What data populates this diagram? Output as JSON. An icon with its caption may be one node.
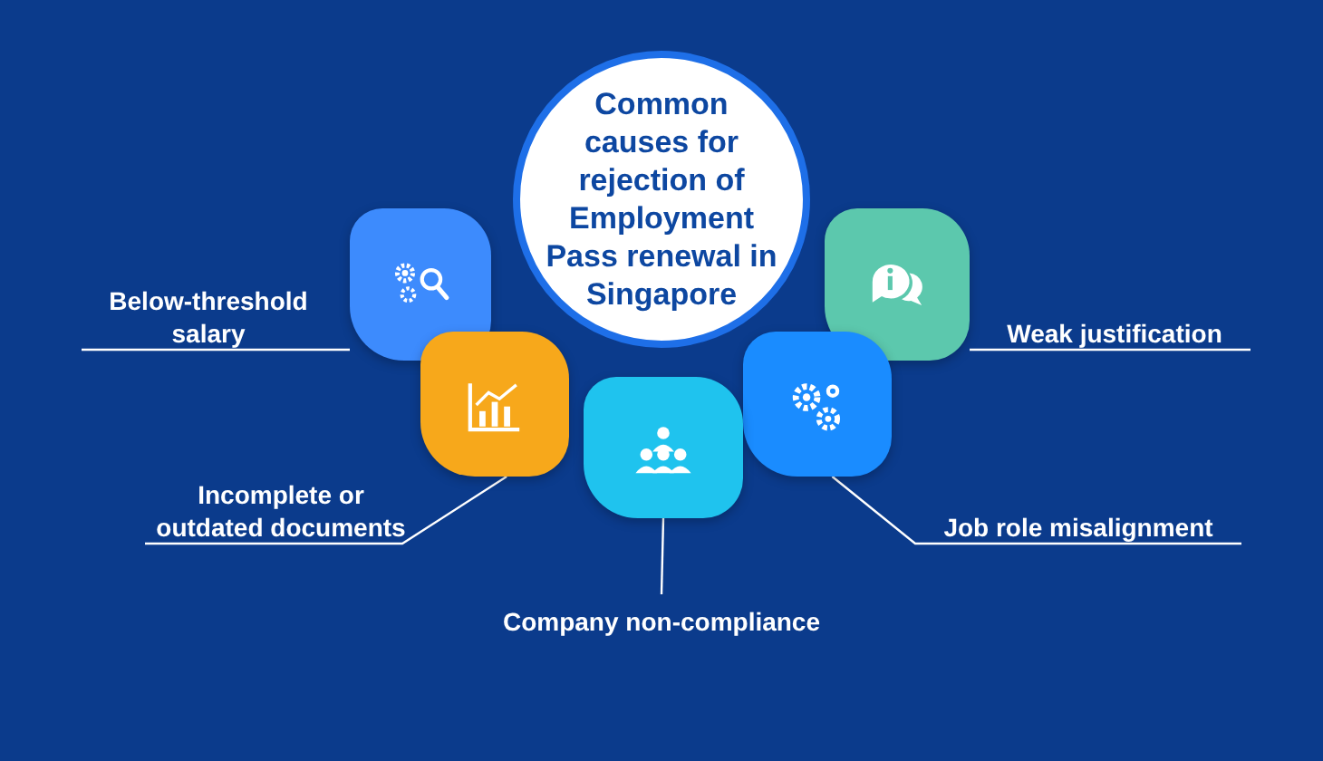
{
  "diagram": {
    "nodes": [
      {
        "text": [
          "Common causes for rejection of Employment Pass renewal in Singapore"
        ]
      },
      {
        "text": [
          "Below-threshold salary"
        ]
      },
      {
        "text": [],
        "shape": "box"
      },
      {
        "text": [],
        "shape": "box"
      },
      {
        "text": [
          "Weak justification"
        ]
      },
      {
        "text": [],
        "shape": "box"
      },
      {
        "text": [],
        "shape": "box"
      },
      {
        "text": [
          "Incomplete or outdated documents"
        ]
      },
      {
        "text": [
          "Job role misalignment"
        ]
      },
      {
        "text": [],
        "shape": "box"
      },
      {
        "text": [
          "Company non-compliance"
        ]
      }
    ],
    "edges": [
      {
        "from": 1,
        "to": 2,
        "arrow": "none"
      },
      {
        "from": 4,
        "to": 3,
        "arrow": "none"
      },
      {
        "from": 7,
        "to": 5,
        "arrow": "none"
      },
      {
        "from": 8,
        "to": 6,
        "arrow": "none"
      },
      {
        "from": 10,
        "to": 9,
        "arrow": "none"
      }
    ]
  }
}
